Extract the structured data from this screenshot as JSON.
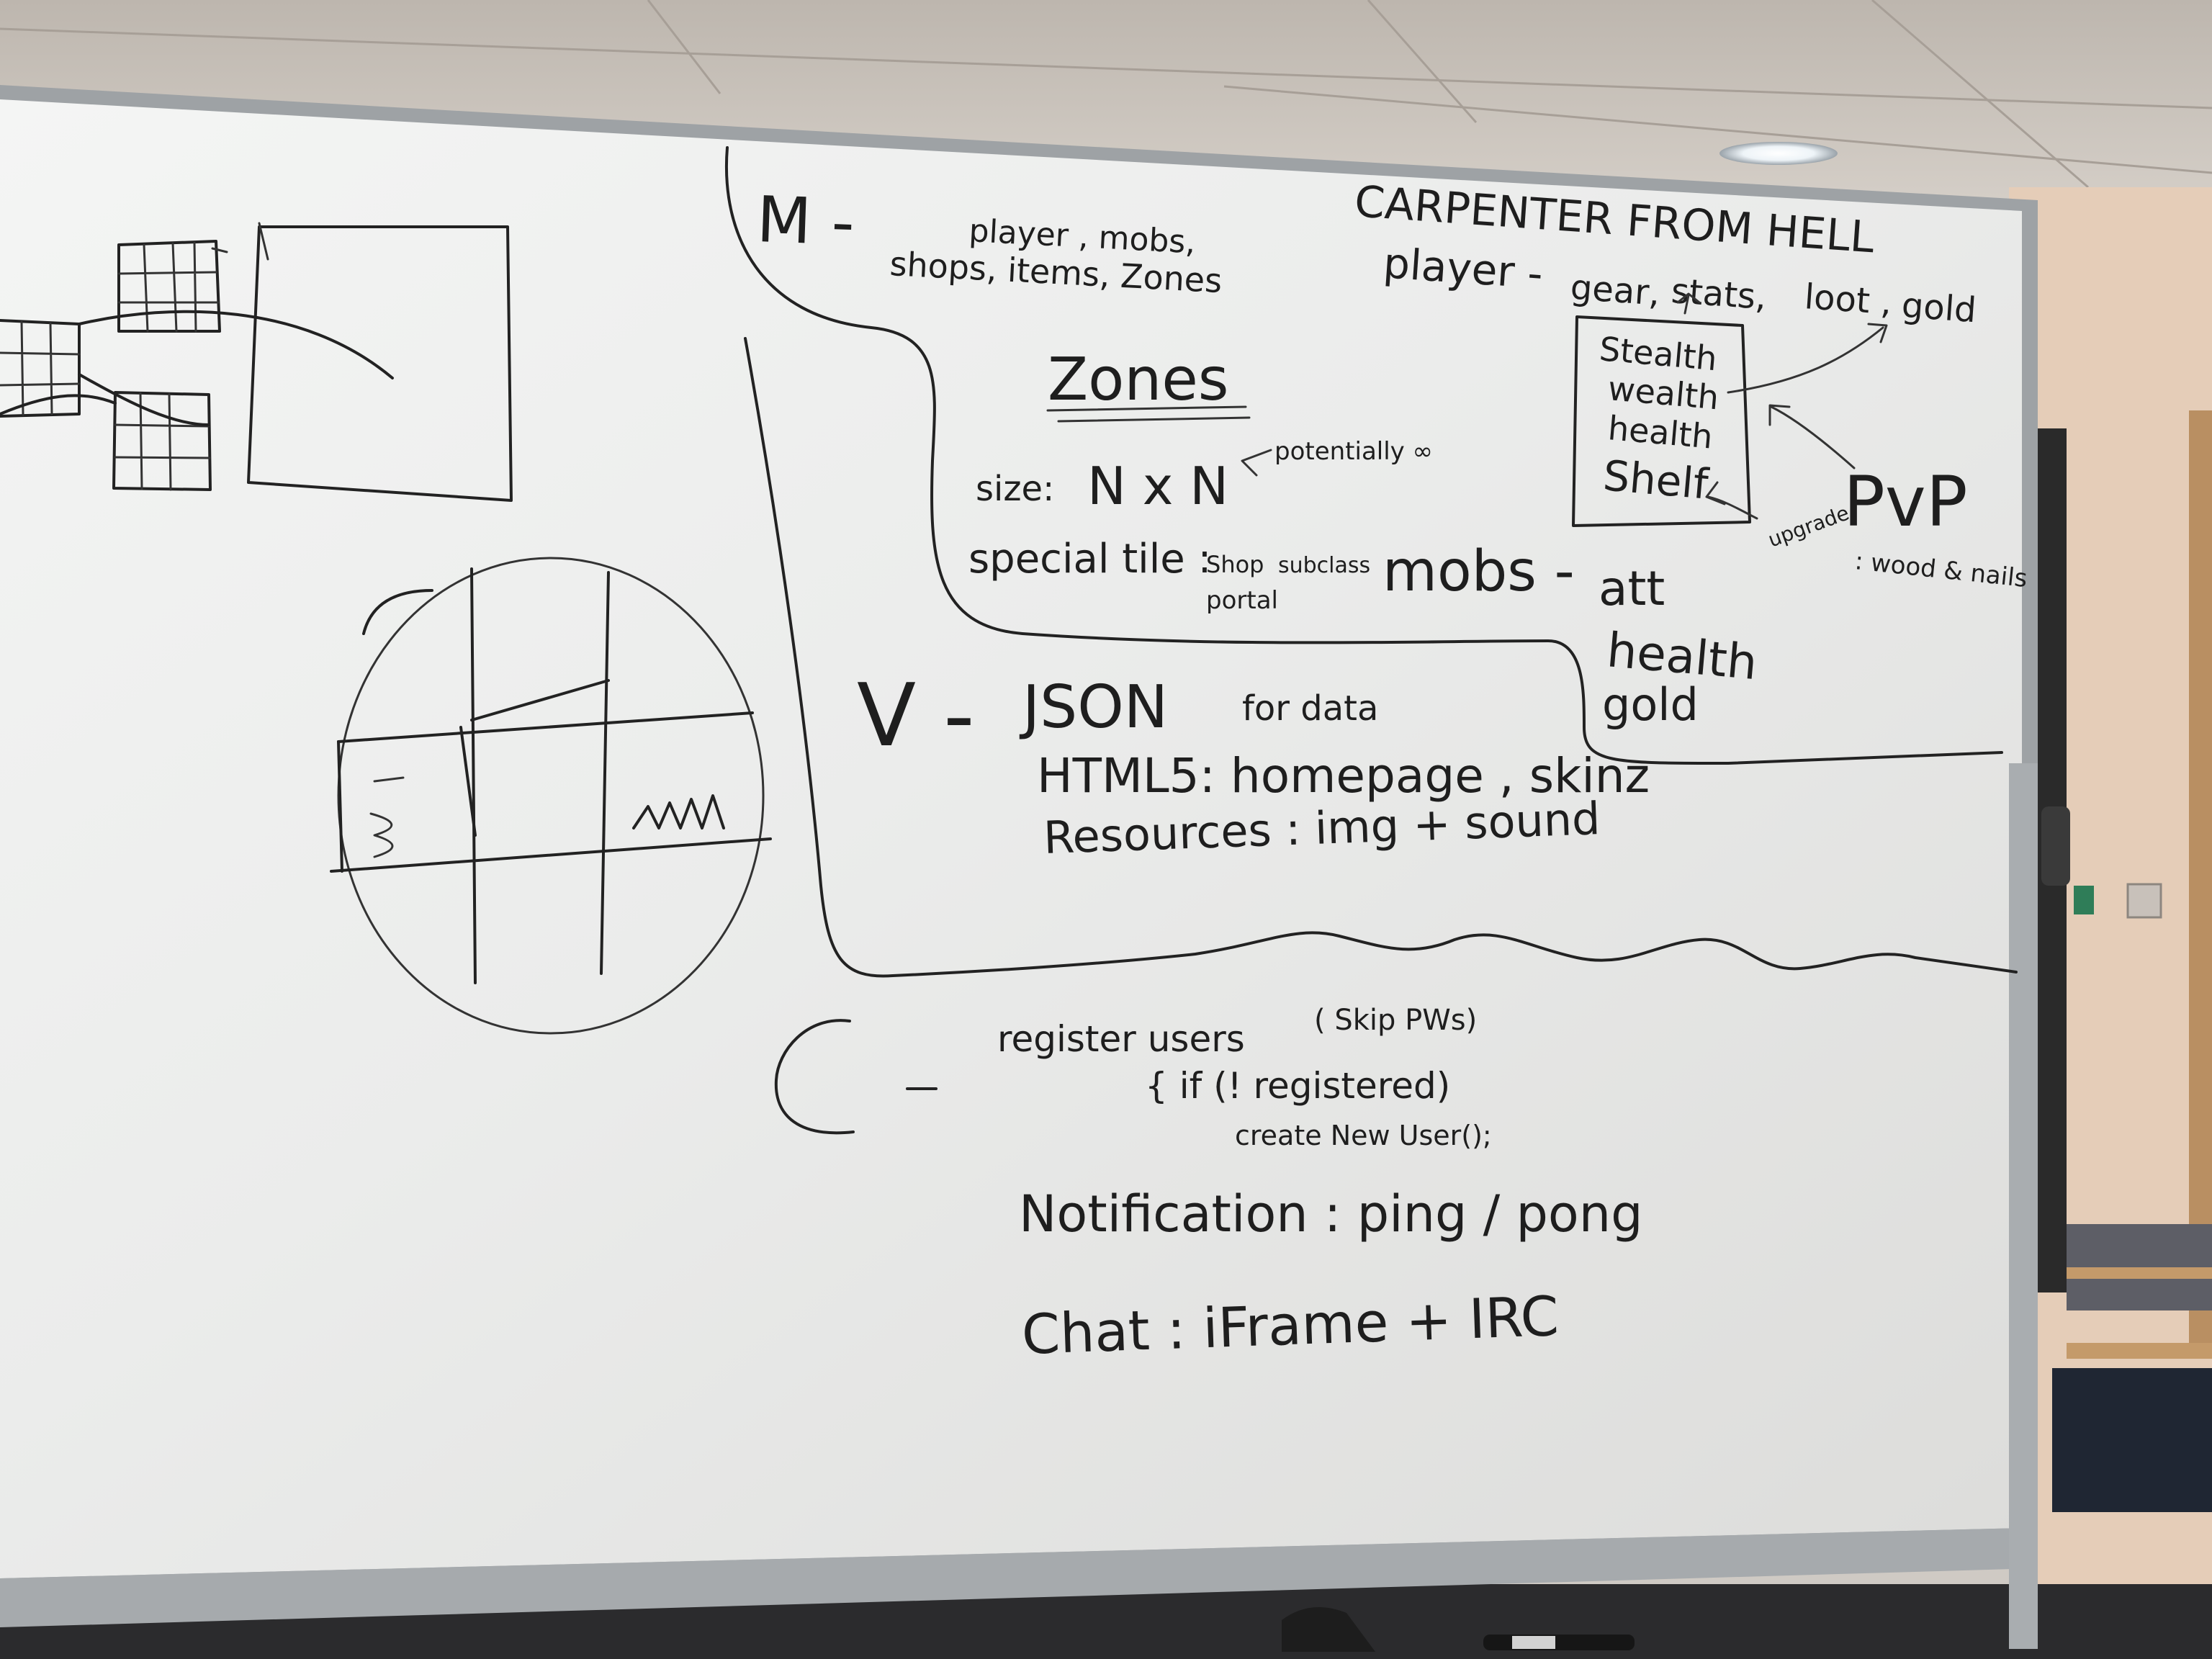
{
  "board": {
    "model_section": {
      "letter": "M -",
      "topics_line1": "player , mobs,",
      "topics_line2": "shops, items, Zones"
    },
    "title": "CARPENTER FROM HELL",
    "player_line": {
      "label": "player -",
      "gear": "gear,",
      "stats": "stats,",
      "loot": "loot ,",
      "gold": "gold"
    },
    "stats_box": [
      "Stealth",
      "wealth",
      "health",
      "Shelf"
    ],
    "pvp": {
      "label": "PvP",
      "upgrade": "upgrade",
      "materials": ": wood & nails"
    },
    "zones": {
      "heading": "Zones",
      "size_label": "size:",
      "size_value": "N x N",
      "size_note": "potentially ∞",
      "special_label": "special tile :",
      "special_shop": "Shop",
      "special_subclass": "subclass",
      "special_portal": "portal"
    },
    "mobs": {
      "label": "mobs -",
      "att": "att",
      "health": "health",
      "gold": "gold"
    },
    "view_section": {
      "letter": "V -",
      "json": "JSON",
      "json_note": "for data",
      "html5": "HTML5: homepage , skinz",
      "resources": "Resources : img + sound"
    },
    "controller_section": {
      "letter": "C -",
      "register": "register users",
      "register_note": "( Skip PWs)",
      "condition": "{ if (! registered)",
      "call": "create New User();",
      "notification": "Notification : ping / pong",
      "chat": "Chat : iFrame + IRC"
    }
  }
}
